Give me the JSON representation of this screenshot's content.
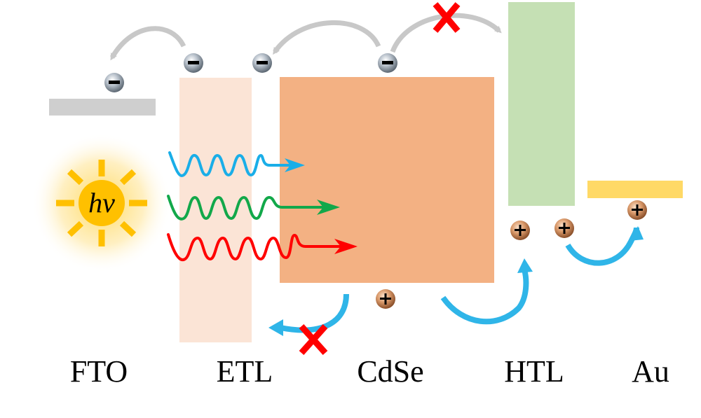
{
  "title": "Energy band alignment of CdSe solar cell",
  "layers": [
    {
      "id": "fto",
      "label": "FTO",
      "color": "#cfcfcf"
    },
    {
      "id": "etl",
      "label": "ETL",
      "color": "#fbe4d6"
    },
    {
      "id": "cdse",
      "label": "CdSe",
      "color": "#f3b183"
    },
    {
      "id": "htl",
      "label": "HTL",
      "color": "#c5e0b4"
    },
    {
      "id": "au",
      "label": "Au",
      "color": "#ffd966"
    }
  ],
  "light_source": {
    "label": "hv",
    "sun_color": "#ffc000",
    "glow_color": "#fff2cc"
  },
  "light_waves": [
    {
      "name": "blue",
      "color": "#1aaee8"
    },
    {
      "name": "green",
      "color": "#12a84a"
    },
    {
      "name": "red",
      "color": "#ff0000"
    }
  ],
  "carriers": {
    "electron_sign": "−",
    "hole_sign": "+",
    "electron_color": "#9aa3ad",
    "hole_color": "#c98a5e"
  },
  "transfers": {
    "electron_arrow_color": "#c8c8c8",
    "hole_arrow_color": "#2fb5e8",
    "blocked_marker": "✕",
    "blocked_color": "#ff0000"
  }
}
